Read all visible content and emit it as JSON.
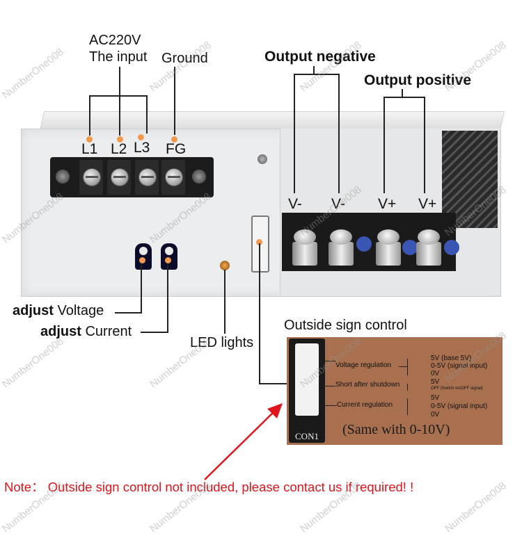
{
  "labels": {
    "ac_input": "AC220V",
    "the_input": "The input",
    "ground": "Ground",
    "output_negative": "Output negative",
    "output_positive": "Output positive",
    "terminal_L1": "L1",
    "terminal_L2": "L2",
    "terminal_L3": "L3",
    "terminal_FG": "FG",
    "out_neg_1": "V-",
    "out_neg_2": "V-",
    "out_pos_1": "V+",
    "out_pos_2": "V+",
    "adjust_voltage_bold": "adjust",
    "adjust_voltage_rest": "Voltage",
    "adjust_current_bold": "adjust",
    "adjust_current_rest": "Current",
    "led_lights": "LED lights",
    "outside_sign_control": "Outside sign control"
  },
  "control_box": {
    "connector_label": "CON1",
    "voltage_regulation": "Voltage regulation",
    "short_after_shutdown": "Short after shutdown",
    "current_regulation": "Current regulation",
    "v_opt1": "5V (base 5V)",
    "v_opt2": "0-5V (signal input)",
    "v_opt3": "0V",
    "s_opt1": "5V",
    "s_opt2": "OFF (Switch on/OFF signal)",
    "c_opt1": "5V",
    "c_opt2": "0-5V (signal input)",
    "c_opt3": "0V",
    "same_with": "(Same with 0-10V)"
  },
  "note": "Note： Outside sign control not included, please contact us if required! !",
  "watermark": "NumberOne008",
  "colors": {
    "note_red": "#e0151b",
    "control_box": "#a8704f",
    "indicator_orange": "#f39a4d",
    "pot_navy": "#0b0b2a",
    "capacitor_blue": "#3b55b5"
  }
}
